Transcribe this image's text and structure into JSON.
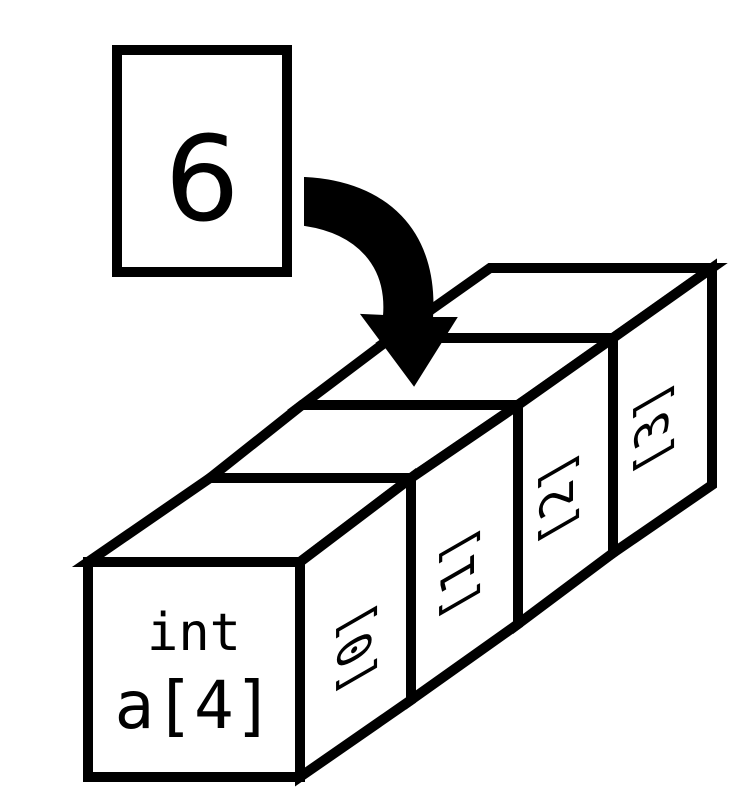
{
  "value_box": {
    "value": "6"
  },
  "array": {
    "type_label": "int",
    "name_label": "a[4]",
    "indices": [
      "[0]",
      "[1]",
      "[2]",
      "[3]"
    ]
  },
  "colors": {
    "stroke": "#000000",
    "fill": "#ffffff"
  }
}
